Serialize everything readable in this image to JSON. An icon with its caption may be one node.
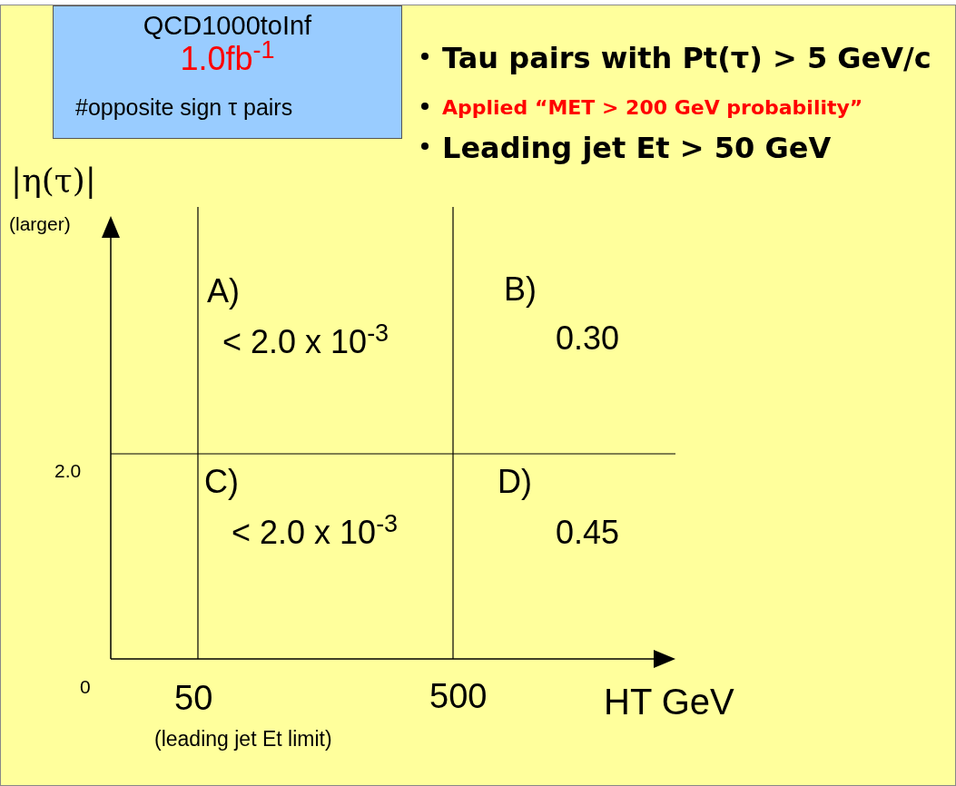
{
  "diagram": {
    "nodes": [
      {
        "text": [
          "QCD1000toInf",
          "1.0fb$^{-1}$",
          "#opposite sign τ pairs"
        ]
      }
    ],
    "edges": [],
    "labels": [
      "Tau pairs with Pt(τ) > 5 GeV/c",
      "Applied “MET  > 200 GeV probability”",
      "Leading jet Et > 50 GeV",
      "|η(τ)|",
      "(larger)",
      "A)",
      "< 2.0 x 10$^{-3}$",
      "B)",
      "0.30",
      "2.0",
      "C)",
      "< 2.0 x 10$^{-3}$",
      "D)",
      "0.45",
      "0",
      "50",
      "500",
      "HT GeV",
      "(leading jet Et limit)"
    ]
  }
}
